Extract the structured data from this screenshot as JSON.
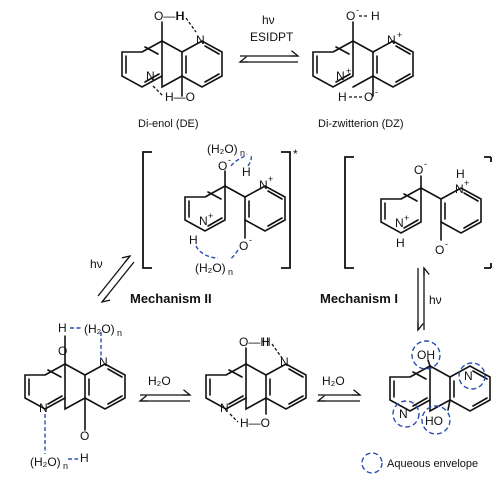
{
  "labels": {
    "de": "Di-enol (DE)",
    "dz": "Di-zwitterion (DZ)",
    "hv": "hν",
    "esidpt": "ESIDPT",
    "mech2": "Mechanism II",
    "mech1": "Mechanism I",
    "h2o": "H₂O",
    "legend": "Aqueous envelope",
    "star": "*"
  },
  "atoms": {
    "O": "O",
    "N": "N",
    "H": "H",
    "OH": "OH",
    "HO": "HO",
    "OH_bond": "O—H",
    "H_bond": "H—O",
    "minus": "-",
    "plus": "+",
    "water": "(H₂O)",
    "sub_n": "n"
  },
  "colors": {
    "envelope": "#2a4fb0",
    "ink": "#111111"
  },
  "icons": {
    "envelope_marker": "dashed-circle"
  }
}
